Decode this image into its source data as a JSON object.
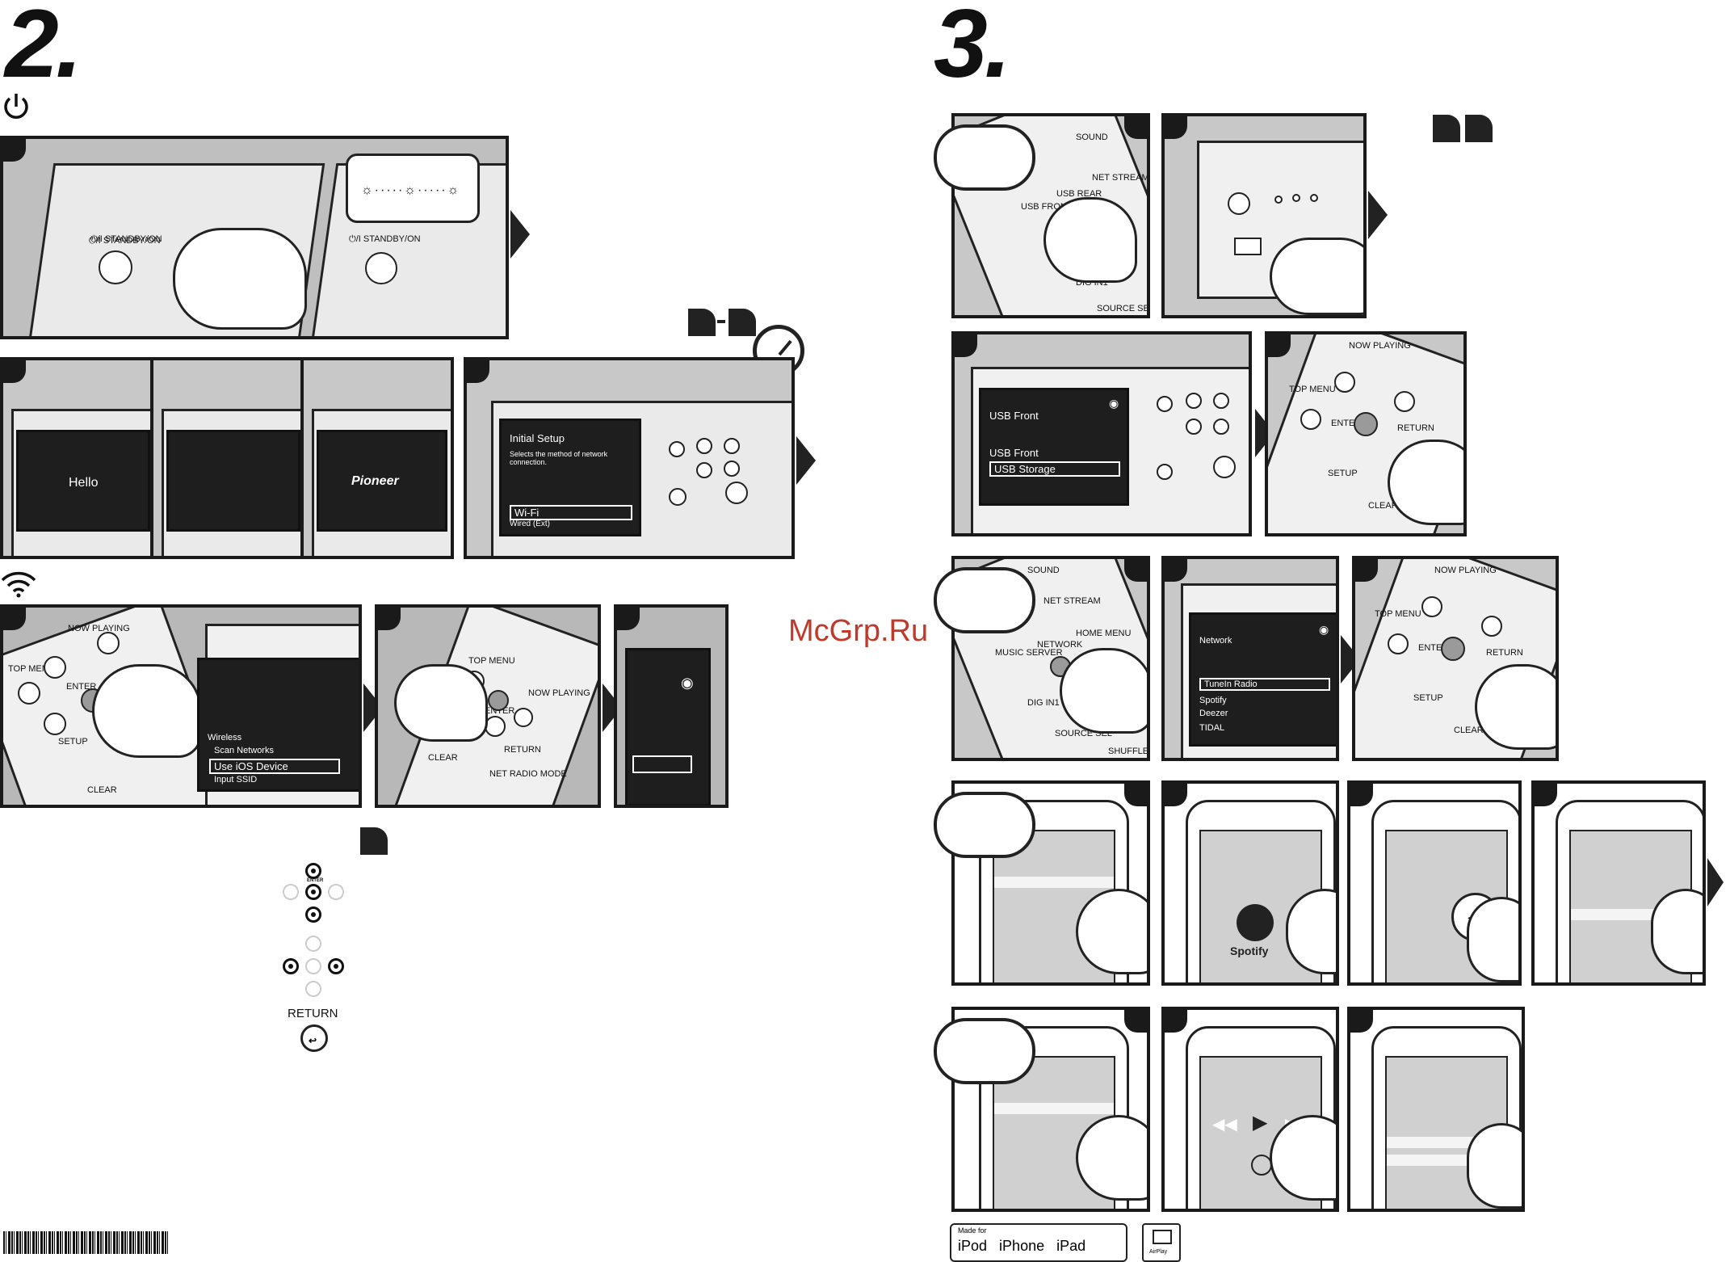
{
  "steps": {
    "left": "2.",
    "right": "3."
  },
  "screens": {
    "hello": "Hello",
    "brand": "Pioneer",
    "initial_setup_title": "Initial Setup",
    "initial_setup_desc": "Selects the method of network connection.",
    "wifi": "Wi-Fi",
    "wired": "Wired (Ext)",
    "wireless_title": "Wireless",
    "scan_networks": "Scan Networks",
    "use_ios": "Use iOS Device",
    "input_ssid": "Input SSID",
    "usb_front_title": "USB Front",
    "usb_front": "USB Front",
    "usb_storage": "USB Storage",
    "network_title": "Network",
    "tunein": "TuneIn Radio",
    "spotify_item": "Spotify",
    "deezer": "Deezer",
    "tidal": "TIDAL"
  },
  "device_labels": {
    "standby": "⏻/I STANDBY/ON"
  },
  "remote_labels": {
    "top_menu": "TOP MENU",
    "now_playing": "NOW PLAYING",
    "enter": "ENTER",
    "setup": "SETUP",
    "clear": "CLEAR",
    "return": "RETURN",
    "net_radio_mode": "NET RADIO MODE",
    "usb_front": "USB FRONT",
    "usb_rear": "USB REAR",
    "net_stream": "NET STREAM",
    "sound": "SOUND",
    "dig_in1": "DIG IN1",
    "source_sel": "SOURCE SEL",
    "music_server": "MUSIC SERVER",
    "network": "NETWORK",
    "home_menu": "HOME MENU",
    "shuffle": "SHUFFLE"
  },
  "legend": {
    "enter": "ENTER",
    "return": "RETURN"
  },
  "apps": {
    "spotify": "Spotify"
  },
  "watermark": "McGrp.Ru",
  "badges": {
    "made_for": "Made for",
    "ipod": "iPod",
    "iphone": "iPhone",
    "ipad": "iPad",
    "airplay": "AirPlay"
  }
}
